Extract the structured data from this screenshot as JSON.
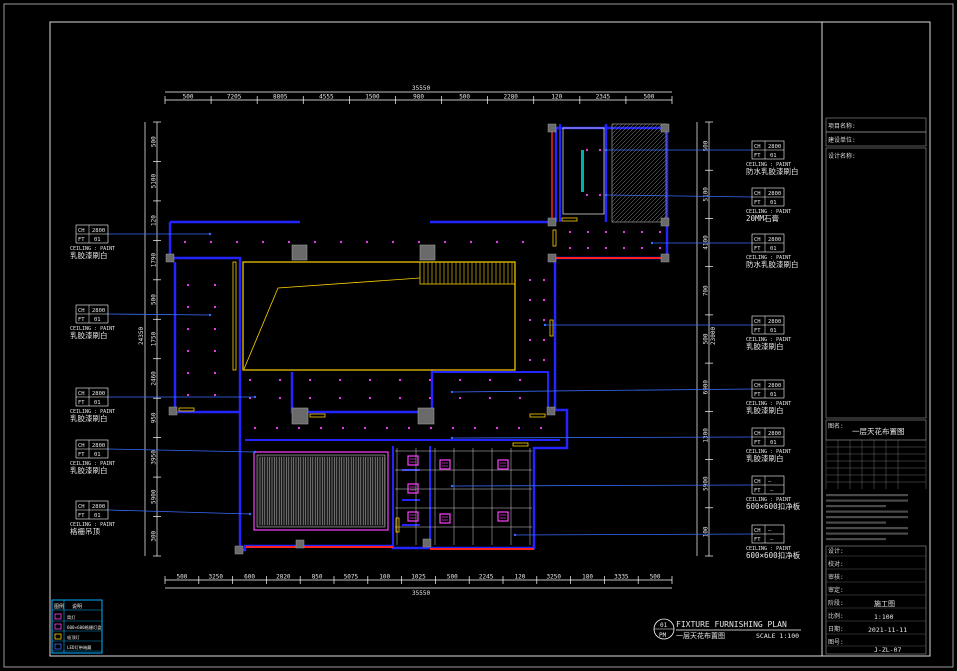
{
  "drawing": {
    "title_en": "FIXTURE FURNISHING PLAN",
    "title_cn": "一层天花布置图",
    "scale": "SCALE 1:100",
    "badge_top": "01",
    "badge_bottom": "PM"
  },
  "dimensions": {
    "top_total": "35550",
    "top_segments": [
      "500",
      "7205",
      "8805",
      "4555",
      "1500",
      "980",
      "500",
      "2280",
      "120",
      "2345",
      "500"
    ],
    "bottom_total": "35550",
    "bottom_segments": [
      "500",
      "3250",
      "600",
      "2820",
      "850",
      "5075",
      "100",
      "1025",
      "500",
      "2245",
      "120",
      "3250",
      "180",
      "3335",
      "500"
    ],
    "left_segments": [
      "500",
      "5100",
      "120",
      "1790",
      "500",
      "1750",
      "2460",
      "950",
      "3950",
      "5900",
      "300"
    ],
    "left_total": "24350",
    "right_segments": [
      "500",
      "5100",
      "4100",
      "700",
      "500",
      "6900",
      "1300",
      "5900",
      "100"
    ],
    "right_total": "23000"
  },
  "tags_left": [
    {
      "ch": "CH",
      "h": "2800",
      "ft": "FT",
      "f": "01",
      "caption": "乳胶漆刷白"
    },
    {
      "ch": "CH",
      "h": "2800",
      "ft": "FT",
      "f": "01",
      "caption": "乳胶漆刷白"
    },
    {
      "ch": "CH",
      "h": "2800",
      "ft": "FT",
      "f": "01",
      "caption": "乳胶漆刷白"
    },
    {
      "ch": "CH",
      "h": "2800",
      "ft": "FT",
      "f": "01",
      "caption": "乳胶漆刷白"
    },
    {
      "ch": "CH",
      "h": "2800",
      "ft": "FT",
      "f": "01",
      "caption": "格栅吊顶"
    }
  ],
  "tags_right": [
    {
      "ch": "CH",
      "h": "2800",
      "ft": "FT",
      "f": "01",
      "caption": "防水乳胶漆刷白"
    },
    {
      "ch": "CH",
      "h": "2800",
      "ft": "FT",
      "f": "01",
      "caption": "20MM石膏"
    },
    {
      "ch": "CH",
      "h": "2800",
      "ft": "FT",
      "f": "01",
      "caption": "防水乳胶漆刷白"
    },
    {
      "ch": "CH",
      "h": "2800",
      "ft": "FT",
      "f": "01",
      "caption": "乳胶漆刷白"
    },
    {
      "ch": "CH",
      "h": "2800",
      "ft": "FT",
      "f": "01",
      "caption": "乳胶漆刷白"
    },
    {
      "ch": "CH",
      "h": "2800",
      "ft": "FT",
      "f": "01",
      "caption": "乳胶漆刷白"
    },
    {
      "ch": "CH",
      "h": "—",
      "ft": "FT",
      "f": "—",
      "caption": "600×600扣净板"
    },
    {
      "ch": "CH",
      "h": "—",
      "ft": "FT",
      "f": "—",
      "caption": "600×600扣净板"
    }
  ],
  "ceiling_prefix": "CEILING : PAINT",
  "legend": {
    "header": [
      "图例",
      "说明"
    ],
    "rows": [
      "筒灯",
      "600×600格栅灯盘",
      "吸顶灯",
      "LED灯带暗藏"
    ]
  },
  "title_block": {
    "project_label": "项目名称:",
    "owner_label": "建设单位:",
    "subject_label": "设计名称:",
    "drawing_label": "图名:",
    "drawing_name": "一层天花布置图",
    "stage_label": "阶段:",
    "stage_value": "施工图",
    "scale_label": "比例:",
    "scale_value": "1:100",
    "date_label": "日期:",
    "date_value": "2021-11-11",
    "number_label": "图号:",
    "number_value": "J-ZL-07",
    "sign_labels": [
      "设计:",
      "校对:",
      "审核:",
      "审定:"
    ]
  },
  "colors": {
    "wall": "#2424ff",
    "frame": "#dcdcdc",
    "dimension": "#ffffff",
    "accent_yellow": "#ffd000",
    "accent_red": "#ff2020",
    "accent_magenta": "#ff40ff",
    "leader": "#3a6bff",
    "teal": "#00b3a6"
  }
}
